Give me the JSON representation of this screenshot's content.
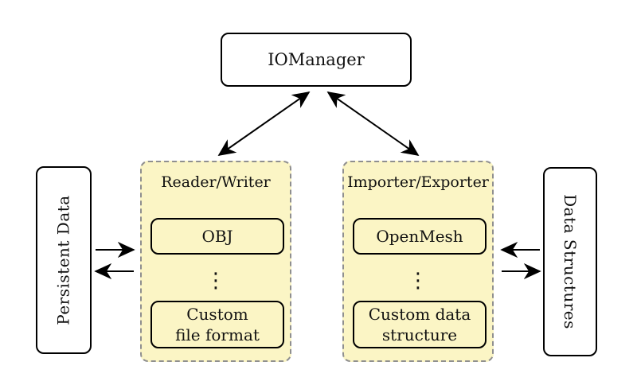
{
  "colors": {
    "panel_fill": "#fbf5c5",
    "panel_border": "#8f8f8f",
    "node_border": "#000000",
    "background": "#ffffff",
    "text": "#111111"
  },
  "nodes": {
    "io_manager": {
      "label": "IOManager"
    },
    "persistent_data": {
      "label": "Persistent Data"
    },
    "data_structures": {
      "label": "Data Structures"
    },
    "reader_writer": {
      "title": "Reader/Writer",
      "top_box": "OBJ",
      "ellipsis": "⋮",
      "bottom_box": {
        "line1": "Custom",
        "line2": "file format"
      }
    },
    "importer_exporter": {
      "title": "Importer/Exporter",
      "top_box": "OpenMesh",
      "ellipsis": "⋮",
      "bottom_box": {
        "line1": "Custom data",
        "line2": "structure"
      }
    }
  },
  "connections": [
    {
      "from": "IOManager",
      "to": "Reader/Writer",
      "bidirectional": true
    },
    {
      "from": "IOManager",
      "to": "Importer/Exporter",
      "bidirectional": true
    },
    {
      "from": "Persistent Data",
      "to": "Reader/Writer",
      "bidirectional": false
    },
    {
      "from": "Reader/Writer",
      "to": "Persistent Data",
      "bidirectional": false
    },
    {
      "from": "Data Structures",
      "to": "Importer/Exporter",
      "bidirectional": false
    },
    {
      "from": "Importer/Exporter",
      "to": "Data Structures",
      "bidirectional": false
    }
  ]
}
